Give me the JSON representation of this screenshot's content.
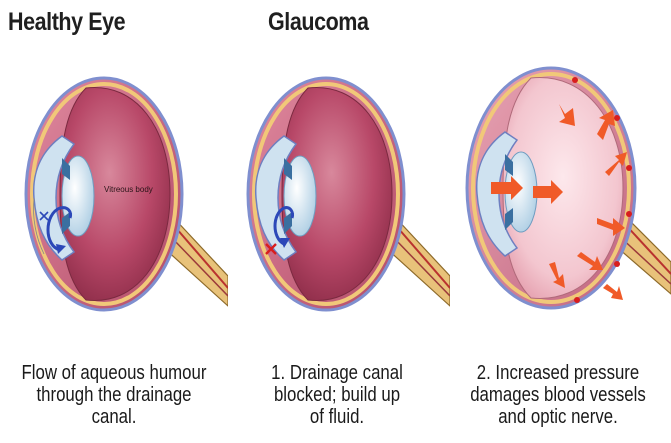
{
  "headings": {
    "left": "Healthy Eye",
    "middle": "Glaucoma"
  },
  "labels": {
    "vitreous": "Vitreous body"
  },
  "captions": {
    "panel1": [
      "Flow of aqueous humour",
      "through the drainage canal."
    ],
    "panel2": [
      "1. Drainage canal",
      "blocked; build up",
      "of fluid."
    ],
    "panel3": [
      "2. Increased pressure",
      "damages blood vessels",
      "and optic nerve."
    ]
  },
  "colors": {
    "sclera": "#c7607a",
    "vitreous": "#b84868",
    "vitreous_pressure": "#f3c6cf",
    "optic_nerve": "#e8c27a",
    "cornea": "#cfe2f0",
    "arrow_flow": "#2c48b8",
    "arrow_pressure": "#f05a28",
    "blockage": "#d81e1e"
  },
  "icons": {
    "flow_arrow": "blue-curved-arrow-icon",
    "blockage_mark": "red-x-icon",
    "pressure_arrows": "orange-arrow-icon"
  }
}
